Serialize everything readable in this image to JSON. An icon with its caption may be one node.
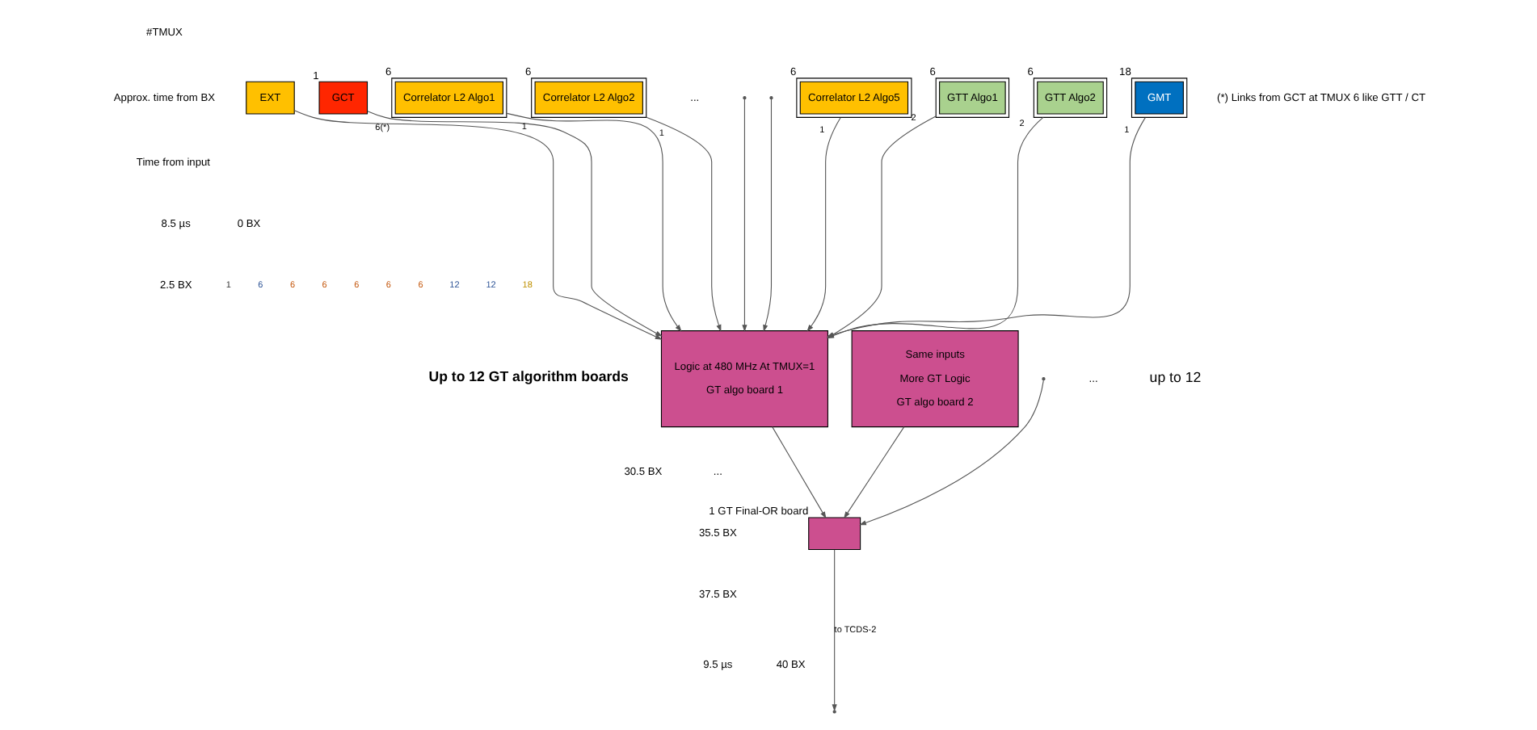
{
  "diagram": {
    "nodes": [
      {
        "text": [
          "EXT"
        ]
      },
      {
        "text": [
          "GCT"
        ],
        "beside": [
          "1"
        ]
      },
      {
        "text": [
          "Correlator L2 Algo1"
        ],
        "beside": [
          "6"
        ]
      },
      {
        "text": [
          "Correlator L2 Algo2"
        ],
        "beside": [
          "6"
        ]
      },
      {
        "text": [
          "Correlator L2 Algo5"
        ],
        "beside": [
          "6"
        ]
      },
      {
        "text": [
          "GTT Algo1"
        ],
        "beside": [
          "6"
        ]
      },
      {
        "text": [
          "GTT Algo2"
        ],
        "beside": [
          "6"
        ]
      },
      {
        "text": [
          "GMT"
        ],
        "beside": [
          "18"
        ]
      },
      {
        "text": [
          "Logic at 480 MHz At TMUX=1",
          "GT algo board 1"
        ]
      },
      {
        "text": [
          "Same inputs",
          "More GT Logic",
          "GT algo board 2"
        ]
      },
      {
        "text": [],
        "shape": "box",
        "beside": [
          "1 GT Final-OR board"
        ]
      }
    ],
    "edges": [
      {
        "from": 0,
        "to": 8,
        "arrow": "to"
      },
      {
        "from": 1,
        "to": 8,
        "arrow": "to",
        "label": "6(*)"
      },
      {
        "from": 2,
        "to": 8,
        "arrow": "to",
        "label": "1"
      },
      {
        "from": 3,
        "to": 8,
        "arrow": "to",
        "label": "1"
      },
      {
        "from": null,
        "to": 8,
        "arrow": "to"
      },
      {
        "from": null,
        "to": 8,
        "arrow": "to"
      },
      {
        "from": 4,
        "to": 8,
        "arrow": "to",
        "label": "1"
      },
      {
        "from": 5,
        "to": 8,
        "arrow": "to",
        "label": "2"
      },
      {
        "from": 6,
        "to": 8,
        "arrow": "to",
        "label": "2"
      },
      {
        "from": 7,
        "to": 8,
        "arrow": "to",
        "label": "1"
      },
      {
        "from": 8,
        "to": 10,
        "arrow": "to"
      },
      {
        "from": 9,
        "to": 10,
        "arrow": "to"
      },
      {
        "from": null,
        "to": 10,
        "arrow": "to"
      },
      {
        "from": 10,
        "to": null,
        "arrow": "to",
        "label": "to TCDS-2"
      }
    ],
    "labels": [
      "Approx. time from BX",
      "#TMUX",
      "...",
      "Time from input",
      "(*) Links from GCT at TMUX 6 like GTT / CT",
      "8.5 µs",
      "0 BX",
      "2.5 BX",
      "1",
      "6",
      "6",
      "6",
      "6",
      "6",
      "6",
      "12",
      "12",
      "18",
      "Up to 12 GT algorithm boards",
      "...",
      "up to 12",
      "30.5 BX",
      "35.5 BX",
      "...",
      "37.5 BX",
      "9.5 µs",
      "40 BX"
    ]
  }
}
